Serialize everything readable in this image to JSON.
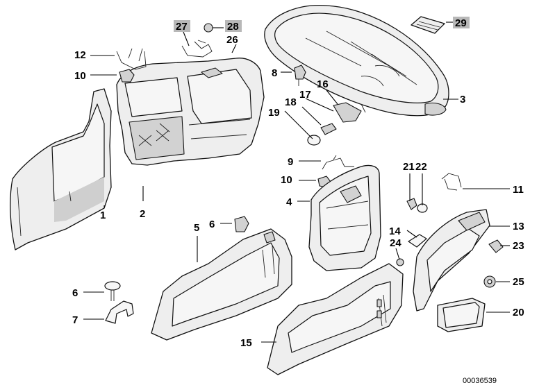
{
  "diagram": {
    "doc_number": "00036539",
    "highlight_color": "#b8b8b8",
    "callouts": [
      {
        "id": "1",
        "text": "1"
      },
      {
        "id": "2",
        "text": "2"
      },
      {
        "id": "3",
        "text": "3"
      },
      {
        "id": "4",
        "text": "4"
      },
      {
        "id": "5",
        "text": "5"
      },
      {
        "id": "6a",
        "text": "6"
      },
      {
        "id": "6b",
        "text": "6"
      },
      {
        "id": "7",
        "text": "7"
      },
      {
        "id": "8",
        "text": "8"
      },
      {
        "id": "9",
        "text": "9"
      },
      {
        "id": "10a",
        "text": "10"
      },
      {
        "id": "10b",
        "text": "10"
      },
      {
        "id": "11",
        "text": "11"
      },
      {
        "id": "12",
        "text": "12"
      },
      {
        "id": "13",
        "text": "13"
      },
      {
        "id": "14",
        "text": "14"
      },
      {
        "id": "15",
        "text": "15"
      },
      {
        "id": "16",
        "text": "16"
      },
      {
        "id": "17",
        "text": "17"
      },
      {
        "id": "18",
        "text": "18"
      },
      {
        "id": "19",
        "text": "19"
      },
      {
        "id": "20",
        "text": "20"
      },
      {
        "id": "21",
        "text": "21"
      },
      {
        "id": "22",
        "text": "22"
      },
      {
        "id": "23",
        "text": "23"
      },
      {
        "id": "24",
        "text": "24"
      },
      {
        "id": "25",
        "text": "25"
      },
      {
        "id": "26",
        "text": "26"
      },
      {
        "id": "27",
        "text": "27"
      },
      {
        "id": "28",
        "text": "28"
      },
      {
        "id": "29",
        "text": "29"
      }
    ]
  }
}
